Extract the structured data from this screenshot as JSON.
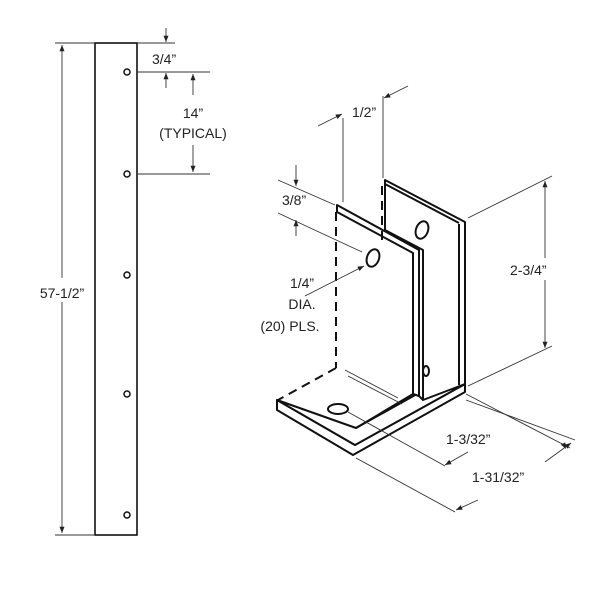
{
  "strip": {
    "length_label": "57-1/2”",
    "top_offset_label": "3/4”",
    "spacing_label": "14”",
    "spacing_note": "(TYPICAL)"
  },
  "bracket": {
    "width_label": "1/2”",
    "hole_offset_label": "3/8”",
    "hole_dia_label": "1/4”",
    "hole_dia_abbrev": "DIA.",
    "hole_count_label": "(20) PLS.",
    "height_label": "2-3/4”",
    "hole_depth_label": "1-3/32”",
    "base_depth_label": "1-31/32”"
  }
}
